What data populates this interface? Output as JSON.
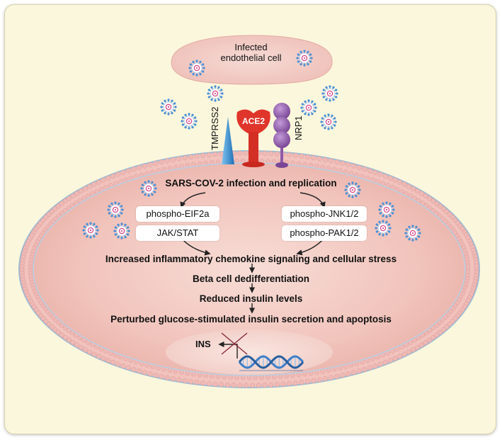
{
  "endothelial": {
    "label_line1": "Infected",
    "label_line2": "endothelial cell"
  },
  "receptors": {
    "tmprss2": "TMPRSS2",
    "ace2": "ACE2",
    "nrp1": "NRP1"
  },
  "pathway": {
    "infection": "SARS-COV-2 infection and replication",
    "left_boxes": [
      "phospho-EIF2a",
      "JAK/STAT"
    ],
    "right_boxes": [
      "phospho-JNK1/2",
      "phospho-PAK1/2"
    ],
    "step1": "Increased inflammatory chemokine signaling and cellular stress",
    "step2": "Beta cell dedifferentiation",
    "step3": "Reduced insulin levels",
    "step4": "Perturbed glucose-stimulated insulin secretion and apoptosis"
  },
  "gene": {
    "label": "INS"
  },
  "colors": {
    "panel": "#fbf7dc",
    "cell_fill": "#f3c9c2",
    "membrane_bead": "#efb9b5",
    "membrane_blue": "#a8c4dd",
    "ace2": "#e0352b",
    "nrp1": "#8e5aa8",
    "tmprss2": "#3b8fd0",
    "virus_spike": "#4a8fd6",
    "virus_core": "#d84a8c",
    "dna_blue": "#3f7fc8"
  }
}
